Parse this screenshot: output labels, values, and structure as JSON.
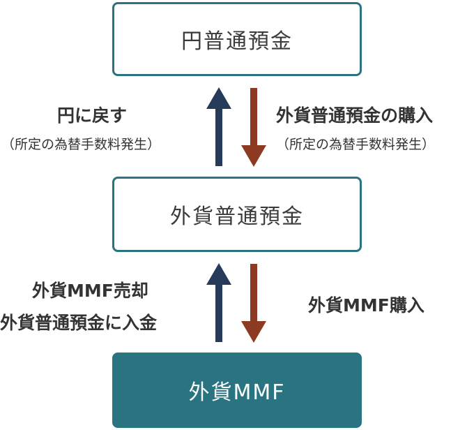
{
  "boxes": {
    "top": "円普通預金",
    "middle": "外貨普通預金",
    "bottom": "外貨MMF"
  },
  "upper": {
    "left_label": "円に戻す",
    "left_note": "（所定の為替手数料発生）",
    "right_label": "外貨普通預金の購入",
    "right_note": "（所定の為替手数料発生）"
  },
  "lower": {
    "left_label_1": "外貨MMF売却",
    "left_label_2": "外貨普通預金に入金",
    "right_label": "外貨MMF購入"
  },
  "colors": {
    "box_border": "#2a7380",
    "box_fill_bottom": "#2a7380",
    "arrow_up": "#263a5a",
    "arrow_down": "#8c3a22"
  }
}
